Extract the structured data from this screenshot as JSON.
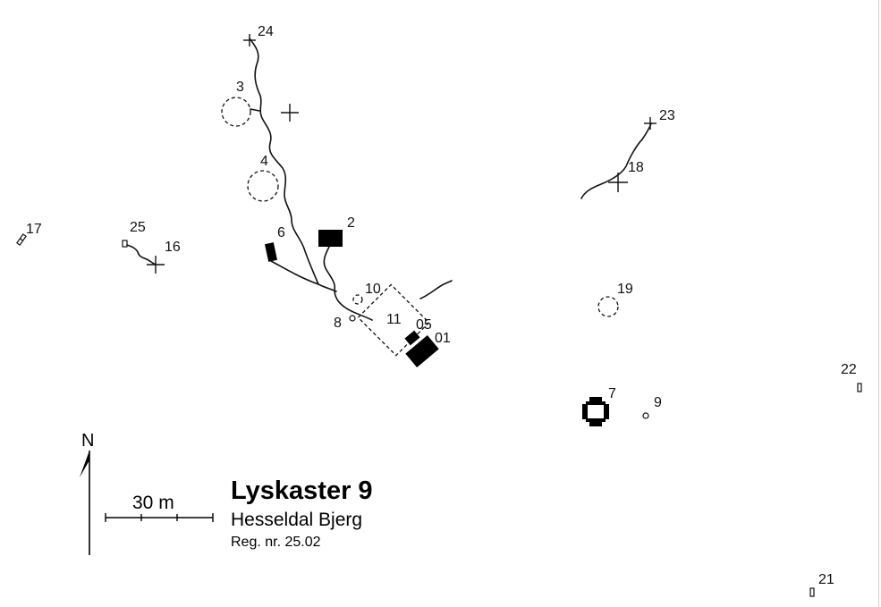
{
  "title": "Lyskaster 9",
  "subtitle": "Hesseldal Bjerg",
  "reg": "Reg. nr. 25.02",
  "scale_label": "30 m",
  "north_label": "N",
  "features": [
    {
      "id": "f-24",
      "label": "24"
    },
    {
      "id": "f-3",
      "label": "3"
    },
    {
      "id": "f-4",
      "label": "4"
    },
    {
      "id": "f-2",
      "label": "2"
    },
    {
      "id": "f-6",
      "label": "6"
    },
    {
      "id": "f-10",
      "label": "10"
    },
    {
      "id": "f-8",
      "label": "8"
    },
    {
      "id": "f-11",
      "label": "11"
    },
    {
      "id": "f-05",
      "label": "05"
    },
    {
      "id": "f-01",
      "label": "01"
    },
    {
      "id": "f-17",
      "label": "17"
    },
    {
      "id": "f-25",
      "label": "25"
    },
    {
      "id": "f-16",
      "label": "16"
    },
    {
      "id": "f-23",
      "label": "23"
    },
    {
      "id": "f-18",
      "label": "18"
    },
    {
      "id": "f-19",
      "label": "19"
    },
    {
      "id": "f-7",
      "label": "7"
    },
    {
      "id": "f-9",
      "label": "9"
    },
    {
      "id": "f-22",
      "label": "22"
    },
    {
      "id": "f-21",
      "label": "21"
    }
  ]
}
